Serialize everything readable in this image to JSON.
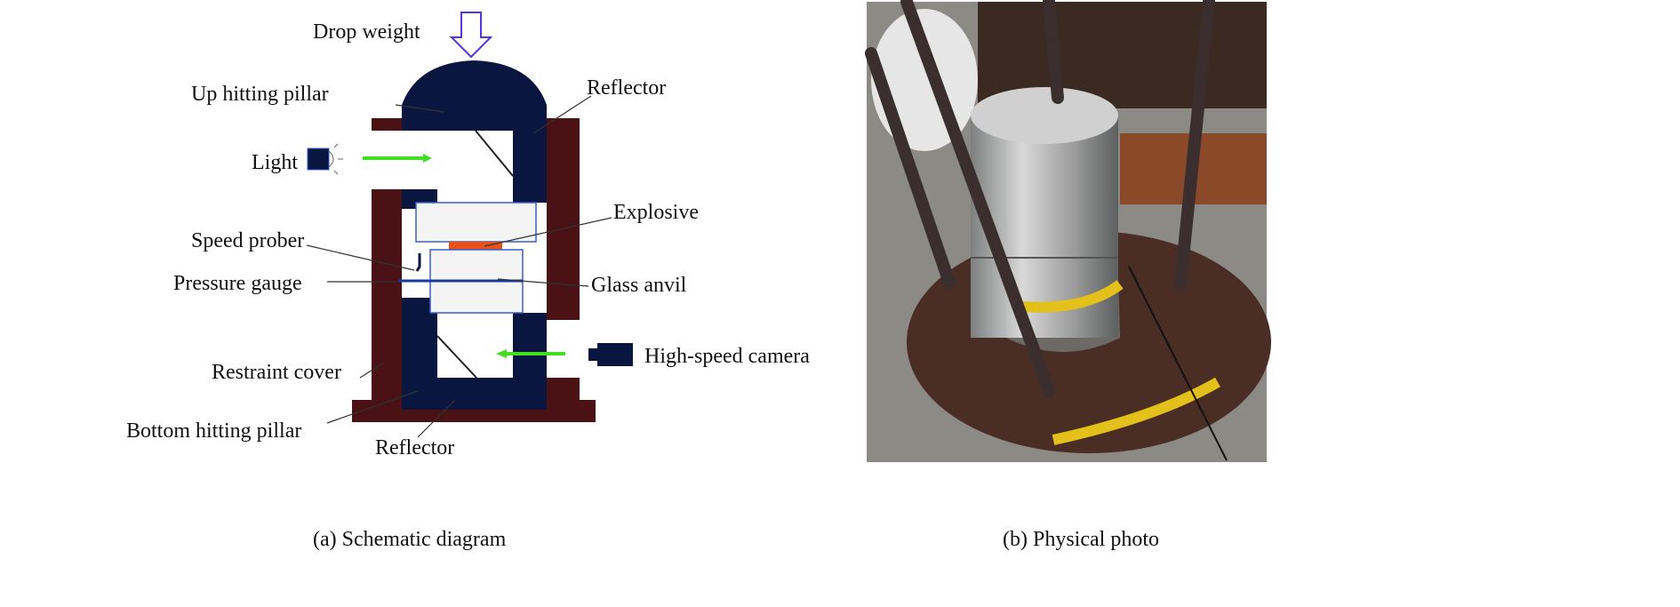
{
  "schematic": {
    "labels": {
      "drop_weight": "Drop weight",
      "up_hitting_pillar": "Up hitting pillar",
      "reflector_top": "Reflector",
      "light": "Light",
      "explosive": "Explosive",
      "speed_prober": "Speed prober",
      "pressure_gauge": "Pressure gauge",
      "glass_anvil": "Glass anvil",
      "high_speed_camera": "High-speed camera",
      "restraint_cover": "Restraint cover",
      "bottom_hitting_pillar": "Bottom hitting pillar",
      "reflector_bottom": "Reflector"
    },
    "caption": "(a) Schematic diagram"
  },
  "photo": {
    "caption": "(b) Physical photo"
  },
  "colors": {
    "pillar": "#0a1640",
    "restraint": "#4a1214",
    "light_beam": "#44dd22",
    "explosive": "#e8521a",
    "anvil_outline": "#3a5fcf",
    "drop_arrow": "#5533dd"
  }
}
